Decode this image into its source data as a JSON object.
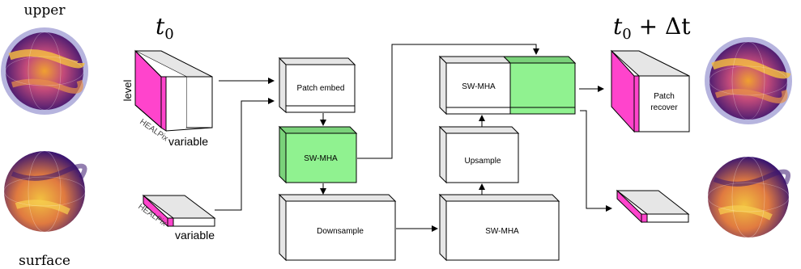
{
  "labels": {
    "upper": "upper",
    "surface": "surface",
    "t0": "t",
    "t0_sub": "0",
    "t0_out": "t",
    "t0_out_sub": "0",
    "t0_out_rest": " + Δt",
    "level": "level",
    "variable": "variable",
    "healpix": "HEALPix"
  },
  "blocks": {
    "patch_embed": "Patch embed",
    "swmha_1": "SW-MHA",
    "downsample": "Downsample",
    "swmha_bottom": "SW-MHA",
    "upsample": "Upsample",
    "swmha_top": "SW-MHA",
    "patch_recover_1": "Patch",
    "patch_recover_2": "recover"
  },
  "colors": {
    "magenta": "#ff44cc",
    "green": "#90f290",
    "gray_face": "#e6e6e6",
    "globe_dark": "#3a1570",
    "globe_bright": "#f0a030"
  }
}
